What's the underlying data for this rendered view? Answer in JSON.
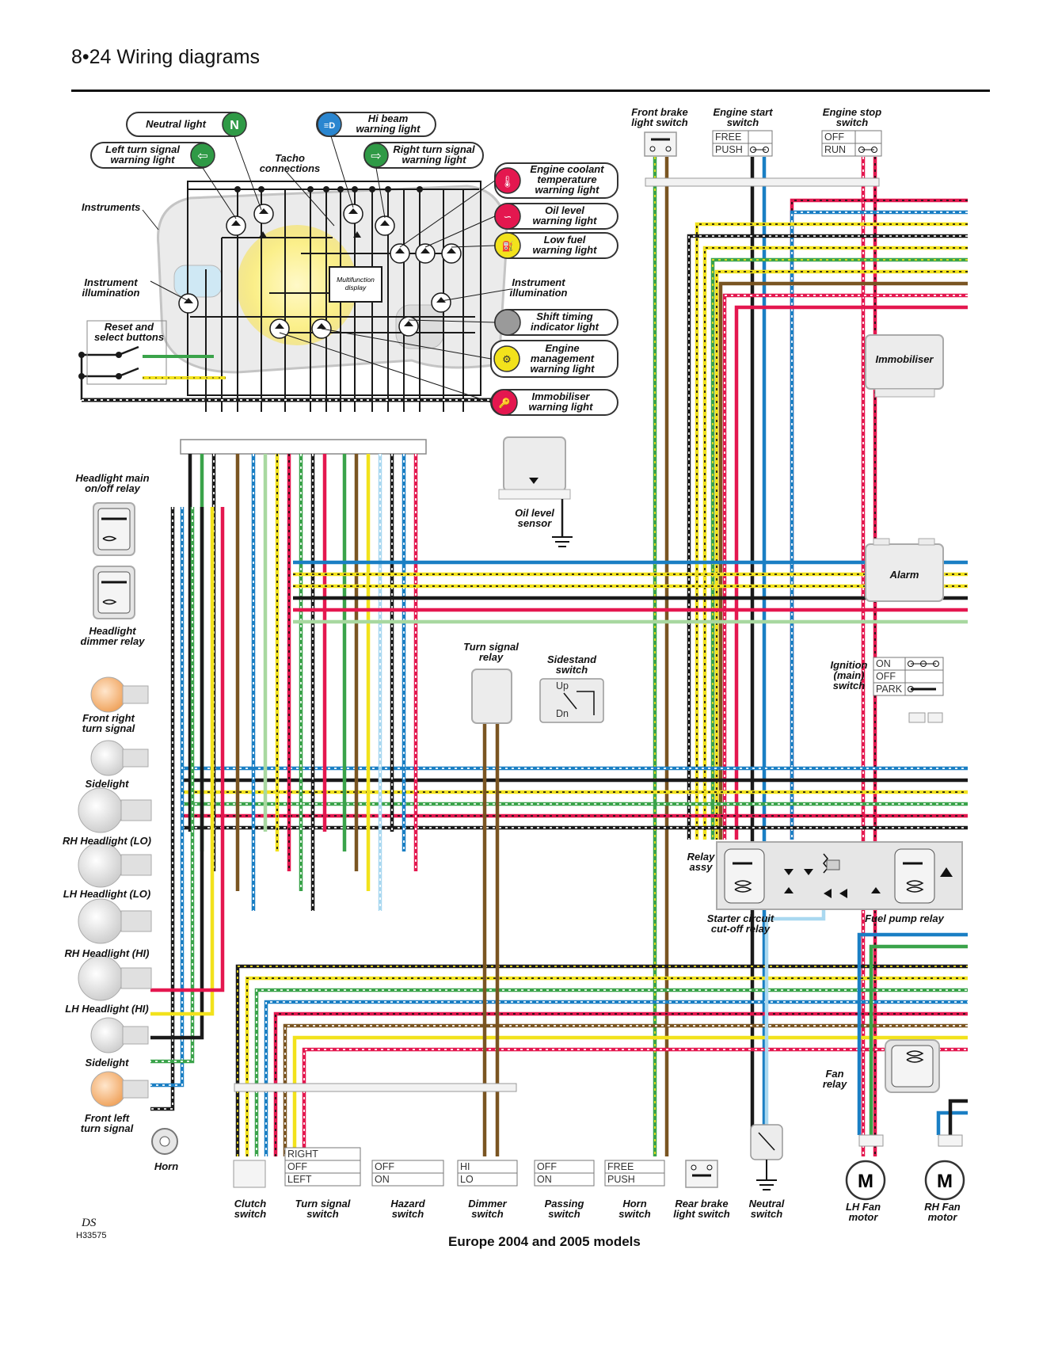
{
  "header": {
    "title": "8•24  Wiring diagrams"
  },
  "footer": {
    "caption": "Europe 2004 and 2005 models",
    "ds_mark": "DS",
    "figure_code": "H33575"
  },
  "colors": {
    "black": "#1a1a1a",
    "red": "#e4174f",
    "green": "#3aa34a",
    "darkgreen": "#137a3a",
    "yellow": "#f2e21c",
    "blue": "#1a7fc4",
    "brown": "#7a5522",
    "lightblue": "#a9d8f0",
    "lightgreen": "#a8d8a0",
    "white": "#ffffff",
    "grey": "#d9d9d9"
  },
  "instrument_lamps": [
    {
      "id": "neutral",
      "label": [
        "Neutral light"
      ],
      "symbol": "N",
      "color": "#2f9a46"
    },
    {
      "id": "hibeam",
      "label": [
        "Hi beam",
        "warning light"
      ],
      "symbol": "≡D",
      "color": "#2a86d0"
    },
    {
      "id": "left-turn",
      "label": [
        "Left turn signal",
        "warning light"
      ],
      "symbol": "⇦",
      "color": "#2f9a46"
    },
    {
      "id": "right-turn",
      "label": [
        "Right turn signal",
        "warning light"
      ],
      "symbol": "⇨",
      "color": "#2f9a46"
    },
    {
      "id": "coolant",
      "label": [
        "Engine coolant",
        "temperature",
        "warning light"
      ],
      "symbol": "🌡",
      "color": "#e4174f"
    },
    {
      "id": "oil",
      "label": [
        "Oil level",
        "warning light"
      ],
      "symbol": "∽",
      "color": "#e4174f"
    },
    {
      "id": "fuel",
      "label": [
        "Low fuel",
        "warning light"
      ],
      "symbol": "⛽",
      "color": "#f2e21c"
    },
    {
      "id": "shift",
      "label": [
        "Shift timing",
        "indicator light"
      ],
      "symbol": "",
      "color": "#9a9a9a"
    },
    {
      "id": "engine-mgmt",
      "label": [
        "Engine",
        "management",
        "warning light"
      ],
      "symbol": "⚙",
      "color": "#f2e21c"
    },
    {
      "id": "immobiliser",
      "label": [
        "Immobiliser",
        "warning light"
      ],
      "symbol": "🔑",
      "color": "#e4174f"
    }
  ],
  "labels": {
    "instruments": "Instruments",
    "tacho": [
      "Tacho",
      "connections"
    ],
    "instr_illum_left": [
      "Instrument",
      "illumination"
    ],
    "instr_illum_right": [
      "Instrument",
      "illumination"
    ],
    "reset": [
      "Reset and",
      "select buttons"
    ],
    "multifunction": [
      "Multifunction",
      "display"
    ],
    "headlight_main_relay": [
      "Headlight main",
      "on/off relay"
    ],
    "headlight_dimmer_relay": [
      "Headlight",
      "dimmer relay"
    ],
    "oil_sensor": [
      "Oil level",
      "sensor"
    ],
    "immobiliser": "Immobiliser",
    "alarm": "Alarm",
    "turn_relay": [
      "Turn signal",
      "relay"
    ],
    "sidestand": [
      "Sidestand",
      "switch"
    ],
    "sidestand_up": "Up",
    "sidestand_dn": "Dn",
    "ignition": [
      "Ignition",
      "(main)",
      "switch"
    ],
    "relay_assy": [
      "Relay",
      "assy"
    ],
    "starter_cutoff": [
      "Starter circuit",
      "cut-off relay"
    ],
    "fuel_pump_relay": "Fuel pump relay",
    "fan_relay": [
      "Fan",
      "relay"
    ],
    "front_right_turn": [
      "Front right",
      "turn signal"
    ],
    "sidelight_top": "Sidelight",
    "rh_lo": "RH Headlight (LO)",
    "lh_lo": "LH Headlight (LO)",
    "rh_hi": "RH Headlight (HI)",
    "lh_hi": "LH Headlight (HI)",
    "sidelight_bottom": "Sidelight",
    "front_left_turn": [
      "Front left",
      "turn signal"
    ],
    "horn": "Horn",
    "front_brake": [
      "Front brake",
      "light switch"
    ],
    "engine_start": [
      "Engine start",
      "switch"
    ],
    "engine_stop": [
      "Engine stop",
      "switch"
    ],
    "lh_fan": [
      "LH Fan",
      "motor"
    ],
    "rh_fan": [
      "RH Fan",
      "motor"
    ],
    "motor_symbol": "M"
  },
  "top_switches": {
    "engine_start": [
      "FREE",
      "PUSH"
    ],
    "engine_stop": [
      "OFF",
      "RUN"
    ],
    "ignition": [
      "ON",
      "OFF",
      "PARK"
    ]
  },
  "bottom_switches": [
    {
      "id": "clutch",
      "label": [
        "Clutch",
        "switch"
      ],
      "positions": []
    },
    {
      "id": "turn",
      "label": [
        "Turn signal",
        "switch"
      ],
      "positions": [
        "RIGHT",
        "OFF",
        "LEFT"
      ]
    },
    {
      "id": "hazard",
      "label": [
        "Hazard",
        "switch"
      ],
      "positions": [
        "OFF",
        "ON"
      ]
    },
    {
      "id": "dimmer",
      "label": [
        "Dimmer",
        "switch"
      ],
      "positions": [
        "HI",
        "LO"
      ]
    },
    {
      "id": "passing",
      "label": [
        "Passing",
        "switch"
      ],
      "positions": [
        "OFF",
        "ON"
      ]
    },
    {
      "id": "horn",
      "label": [
        "Horn",
        "switch"
      ],
      "positions": [
        "FREE",
        "PUSH"
      ]
    },
    {
      "id": "rear-brake",
      "label": [
        "Rear brake",
        "light switch"
      ],
      "positions": []
    },
    {
      "id": "neutral",
      "label": [
        "Neutral",
        "switch"
      ],
      "positions": []
    }
  ]
}
